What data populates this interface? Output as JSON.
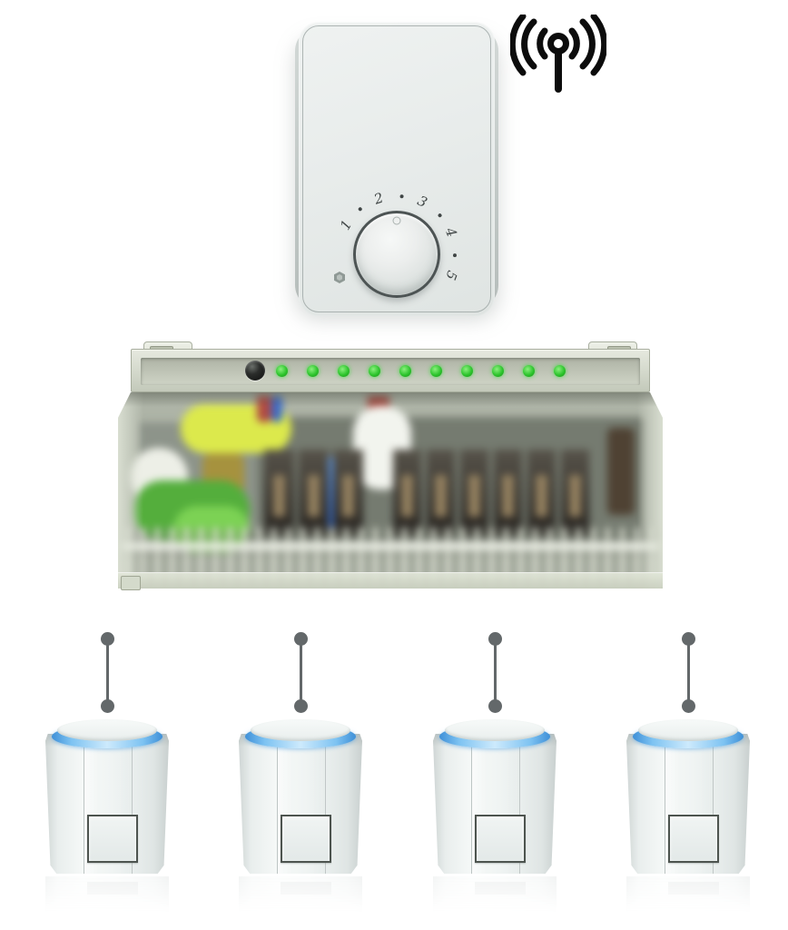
{
  "scene": {
    "description": "Wireless heating control system: radio room thermostat, wiring centre with status LEDs, and four thermoelectric valve actuators",
    "background_color": "#ffffff"
  },
  "thermostat": {
    "dial_numbers": [
      "1",
      "2",
      "3",
      "4",
      "5"
    ],
    "dial_min": 1,
    "dial_max": 5,
    "logo_icon": "hexagon-logo",
    "accent_color": "#4d5454"
  },
  "radio_signal_icon": "rf-antenna-icon",
  "wiring_centre": {
    "status_leds": {
      "count": 10,
      "color_on": "#2ec52e",
      "state": "all on"
    },
    "pairing_button_color": "#111111",
    "housing": "translucent"
  },
  "actuators": {
    "count": 4,
    "ring_color": "#4f9fe0"
  },
  "connectors": {
    "count": 4,
    "color": "#63686a"
  }
}
